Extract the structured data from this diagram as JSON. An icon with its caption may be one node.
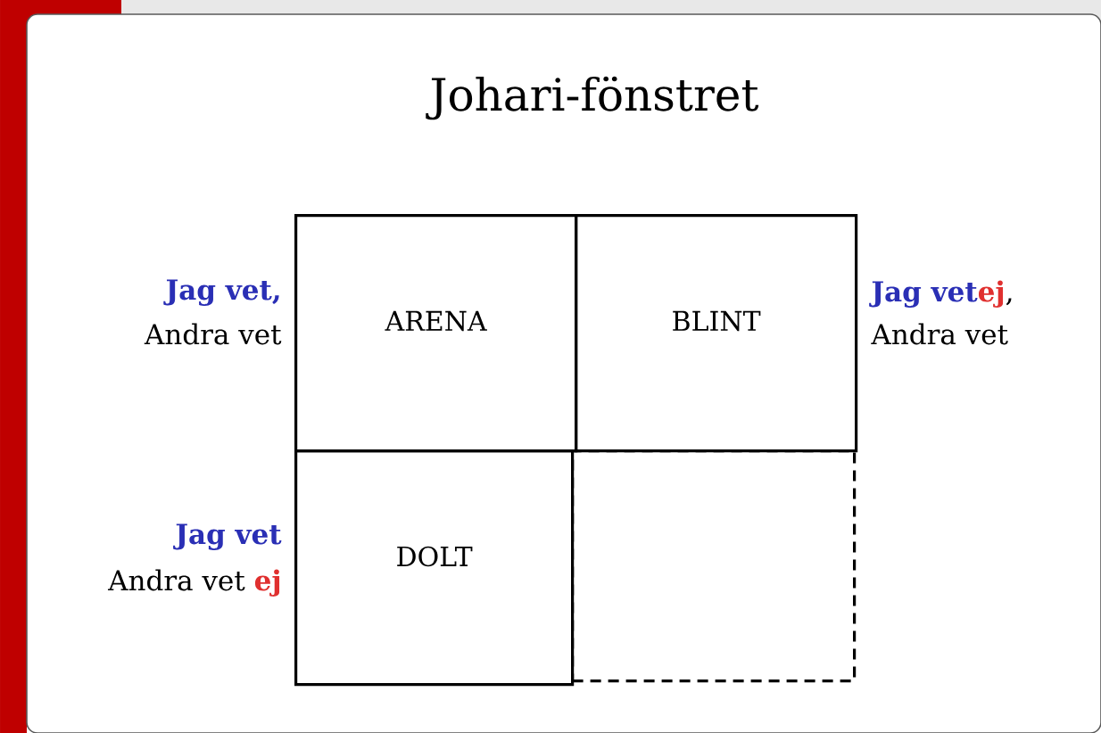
{
  "diagram": {
    "title": "Johari-fönstret",
    "nodes": [
      {
        "text": [
          "ARENA"
        ]
      },
      {
        "text": [
          "BLINT"
        ]
      },
      {
        "text": [
          "DOLT"
        ]
      },
      {
        "text": [],
        "shape": "box"
      }
    ],
    "edges": [],
    "labels": [
      "Jag vet,",
      "Andra vet",
      "Jag vet",
      "ej",
      ",",
      "Andra vet",
      "Jag vet",
      "Andra vet",
      "ej"
    ]
  }
}
